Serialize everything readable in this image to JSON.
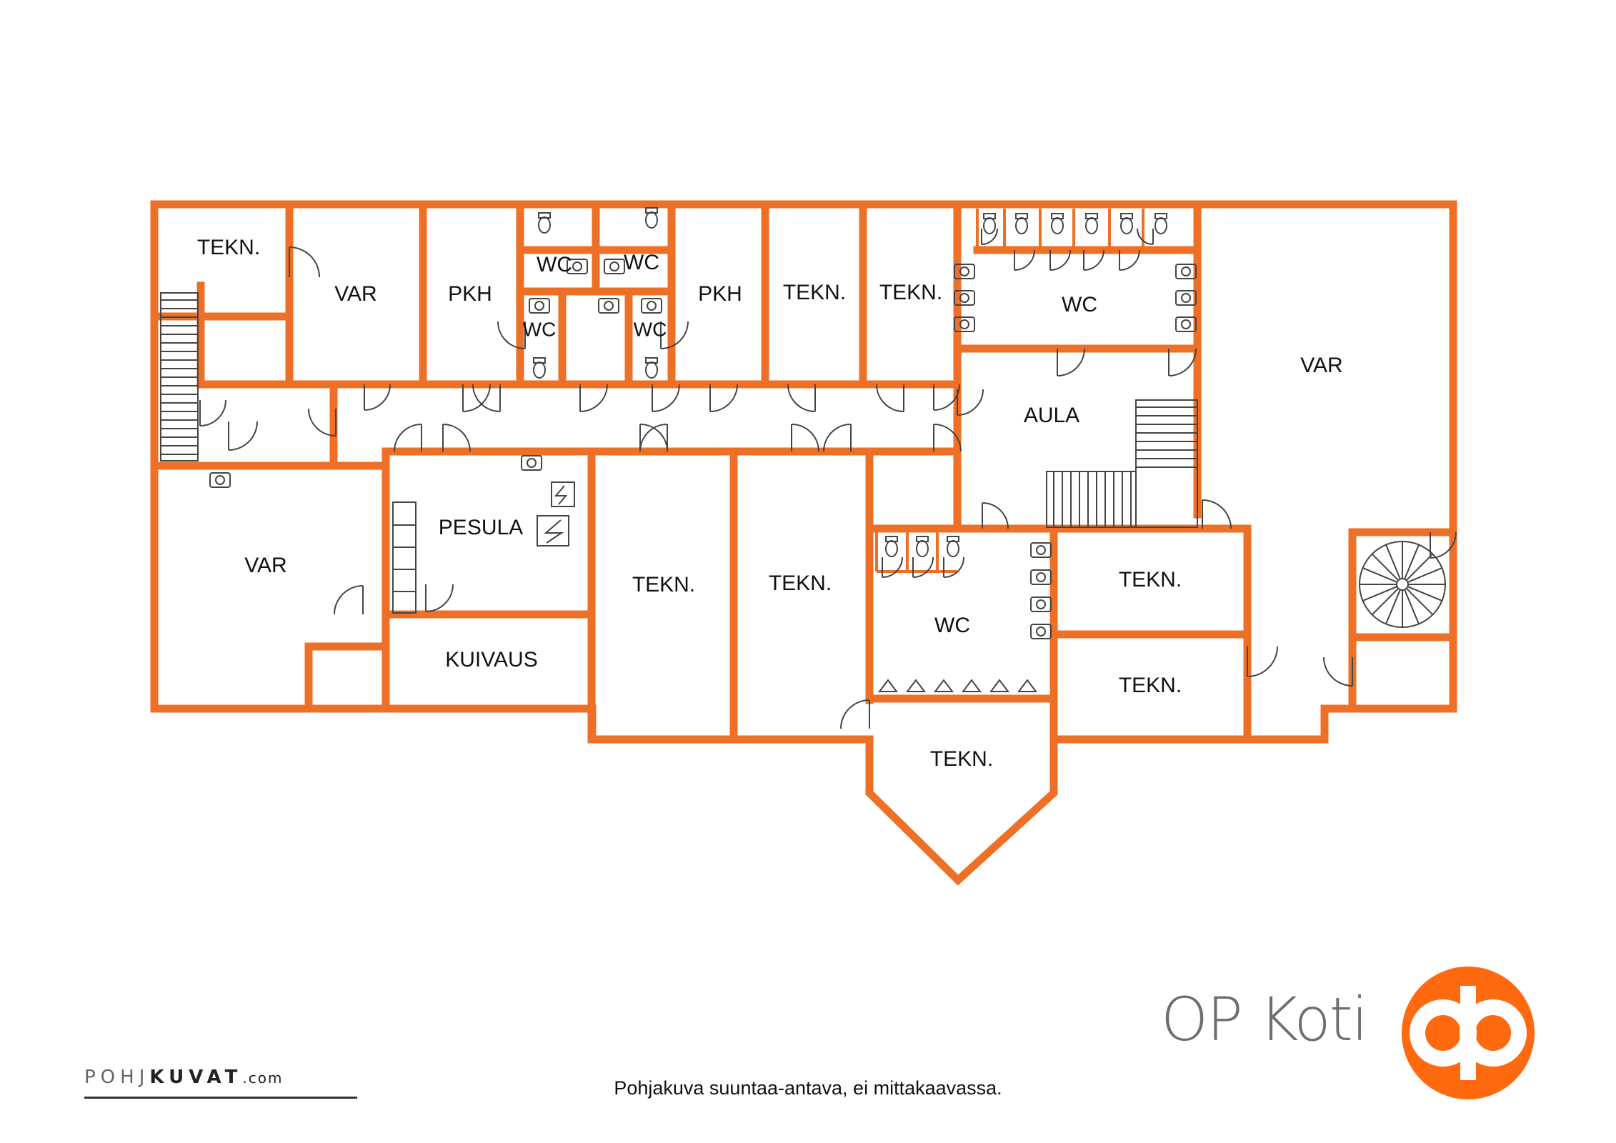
{
  "rooms": {
    "tekn_top_left": "TEKN.",
    "var_top": "VAR",
    "pkh_left": "PKH",
    "wc_top_a": "WC",
    "wc_top_b": "WC",
    "wc_mid_a": "WC",
    "wc_mid_b": "WC",
    "pkh_right": "PKH",
    "tekn_top_1": "TEKN.",
    "tekn_top_2": "TEKN.",
    "wc_top_right": "WC",
    "var_right": "VAR",
    "aula": "AULA",
    "var_left": "VAR",
    "pesula": "PESULA",
    "kuivaus": "KUIVAUS",
    "tekn_mid_1": "TEKN.",
    "tekn_mid_2": "TEKN.",
    "wc_bottom": "WC",
    "tekn_right_1": "TEKN.",
    "tekn_right_2": "TEKN.",
    "tekn_bottom": "TEKN."
  },
  "colors": {
    "wall": "#EE7026",
    "brand": "#FF6A10",
    "text": "#111111"
  },
  "logo": {
    "text": "OP Koti",
    "icon": "op-logo-icon"
  },
  "caption": "Pohjakuva suuntaa-antava, ei mittakaavassa.",
  "watermark": {
    "part1": "POHJ",
    "part2": "KUVAT",
    "part3": ".com"
  }
}
